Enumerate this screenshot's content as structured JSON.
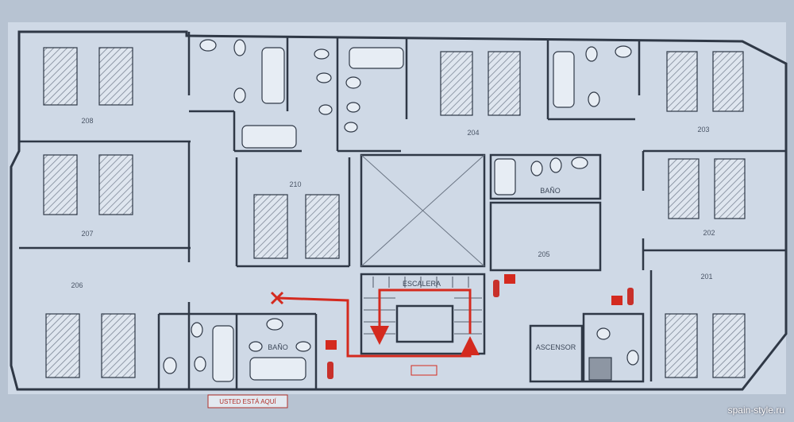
{
  "floor_plan": {
    "rooms": [
      {
        "id": "208",
        "label": "208"
      },
      {
        "id": "207",
        "label": "207"
      },
      {
        "id": "206",
        "label": "206"
      },
      {
        "id": "210",
        "label": "210"
      },
      {
        "id": "204",
        "label": "204"
      },
      {
        "id": "205",
        "label": "205"
      },
      {
        "id": "203",
        "label": "203"
      },
      {
        "id": "202",
        "label": "202"
      },
      {
        "id": "201",
        "label": "201"
      }
    ],
    "labels": {
      "stairs": "ESCALERA",
      "elevator": "ASCENSOR",
      "bathroom_1": "BAÑO",
      "bathroom_2": "BAÑO",
      "you_are_here": "USTED ESTÁ AQUÍ"
    },
    "colors": {
      "wall": "#2f3846",
      "paper": "#cfd9e6",
      "route": "#d42a1f"
    }
  },
  "watermark": "spain-style.ru"
}
